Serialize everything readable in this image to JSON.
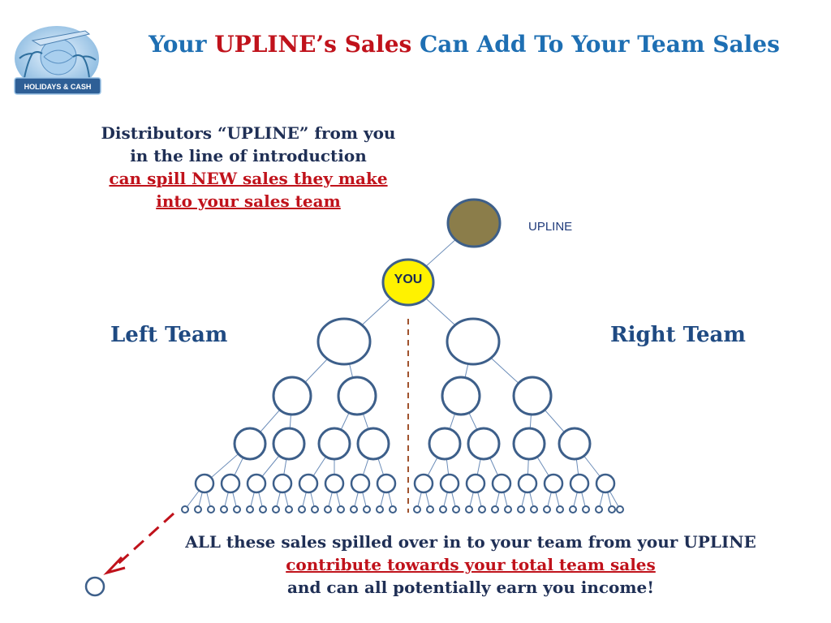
{
  "title": {
    "part1": "Your ",
    "part2": "UPLINE’s Sales",
    "part3": " Can Add To Your Team Sales"
  },
  "logo": {
    "text": "HOLIDAYS & CASH",
    "icon": "palm-globe-plane-logo"
  },
  "intro": {
    "line1": "Distributors “UPLINE” from you",
    "line2": "in the line of introduction",
    "line3": "can spill NEW sales they make",
    "line4": "into your sales team"
  },
  "nodes": {
    "upline": "UPLINE",
    "you": "YOU"
  },
  "teams": {
    "left": "Left Team",
    "right": "Right Team"
  },
  "bottom": {
    "line1": "ALL these sales spilled over in to your team from your UPLINE",
    "line2": "contribute towards your total team sales",
    "line3": "and can all potentially earn you income!"
  },
  "colors": {
    "blue_title": "#1e6fb3",
    "red_accent": "#c0121b",
    "node_stroke": "#3d5f8a",
    "upline_fill": "#8b7d4a",
    "you_fill": "#fff200",
    "divider": "#a0522d",
    "arrow": "#c0121b"
  }
}
